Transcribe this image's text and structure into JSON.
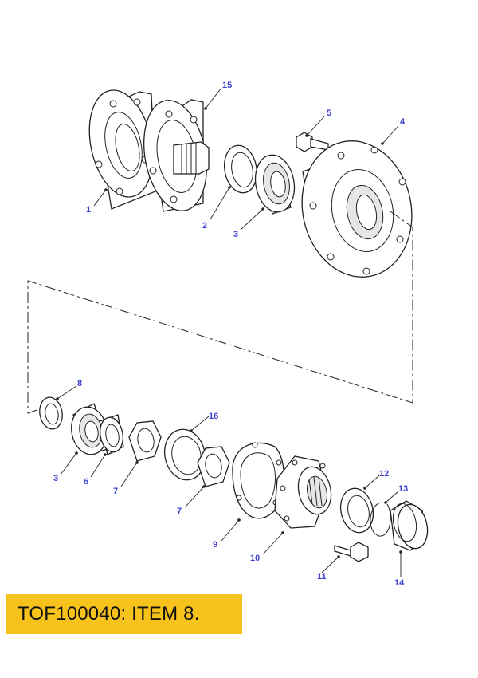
{
  "diagram": {
    "callouts": [
      "1",
      "2",
      "3",
      "4",
      "5",
      "15",
      "8",
      "3",
      "6",
      "7",
      "16",
      "7",
      "9",
      "10",
      "11",
      "12",
      "13",
      "14"
    ]
  },
  "caption": {
    "text": "TOF100040: ITEM 8.",
    "background": "#f7c21b"
  },
  "colors": {
    "callout": "#3a3fd0",
    "line": "#222222"
  }
}
